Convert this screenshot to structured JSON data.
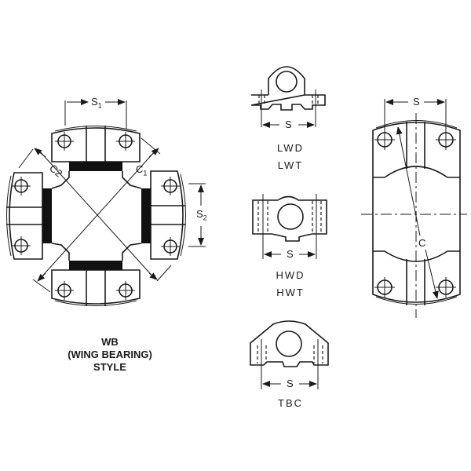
{
  "figure": {
    "wing_bearing": {
      "title_line1": "WB",
      "title_line2": "(WING BEARING)",
      "title_line3": "STYLE",
      "dims": {
        "s1": "S",
        "s1_sub": "1",
        "s2": "S",
        "s2_sub": "2",
        "c1": "C",
        "c1_sub": "1",
        "c2": "C2"
      }
    },
    "lwd": {
      "label_line1": "LWD",
      "label_line2": "LWT",
      "dim": "S"
    },
    "hwd": {
      "label_line1": "HWD",
      "label_line2": "HWT",
      "dim": "S"
    },
    "tbc": {
      "label_line1": "TBC",
      "dim": "S"
    },
    "half_round": {
      "dim_s": "S",
      "dim_c": "C"
    }
  }
}
